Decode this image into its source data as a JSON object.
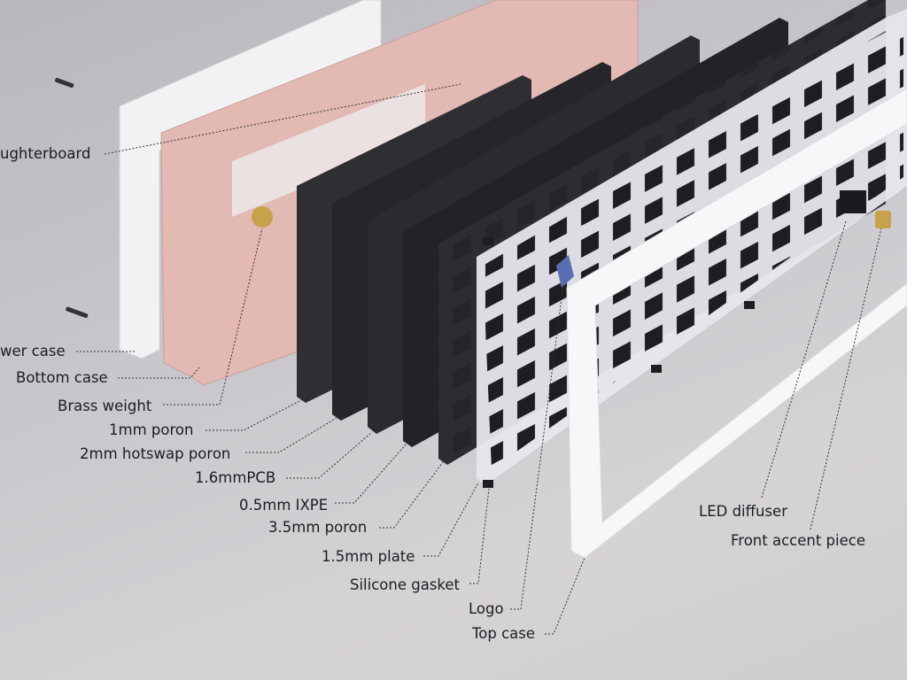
{
  "labels": {
    "daughterboard": "ughterboard",
    "lower_case": "wer case",
    "bottom_case": "Bottom case",
    "brass_weight": "Brass weight",
    "poron_1mm": "1mm poron",
    "hotswap_poron": "2mm hotswap poron",
    "pcb": "1.6mmPCB",
    "ixpe": "0.5mm IXPE",
    "poron_35": "3.5mm poron",
    "plate": "1.5mm plate",
    "gasket": "Silicone gasket",
    "logo": "Logo",
    "top_case": "Top case",
    "led_diffuser": "LED diffuser",
    "front_accent": "Front accent piece"
  },
  "colors": {
    "bottom_case": "#e2b9b3",
    "lower_case": "#f2f2f4",
    "poron": "#2a2a2d",
    "plate": "#e9e9ee",
    "top_case": "#f7f7f9",
    "brass": "#c8a24a"
  }
}
